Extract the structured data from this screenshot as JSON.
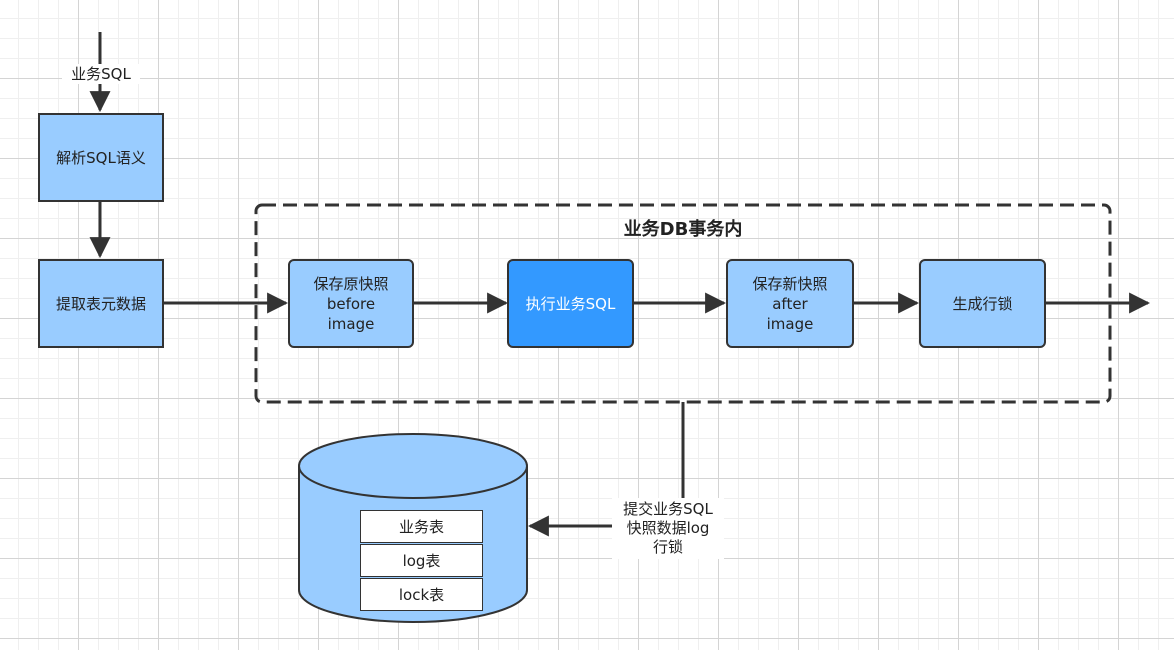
{
  "diagram": {
    "input_label": "业务SQL",
    "parse_box": "解析SQL语义",
    "extract_box": "提取表元数据",
    "group_title": "业务DB事务内",
    "steps": [
      {
        "label": "保存原快照\nbefore\nimage"
      },
      {
        "label": "执行业务SQL"
      },
      {
        "label": "保存新快照\nafter\nimage"
      },
      {
        "label": "生成行锁"
      }
    ],
    "commit_label": "提交业务SQL\n快照数据log\n行锁",
    "database_tables": [
      "业务表",
      "log表",
      "lock表"
    ],
    "colors": {
      "box_fill": "#99ccff",
      "highlight_fill": "#3399ff",
      "stroke": "#333333",
      "cylinder_fill": "#99ccff"
    }
  }
}
